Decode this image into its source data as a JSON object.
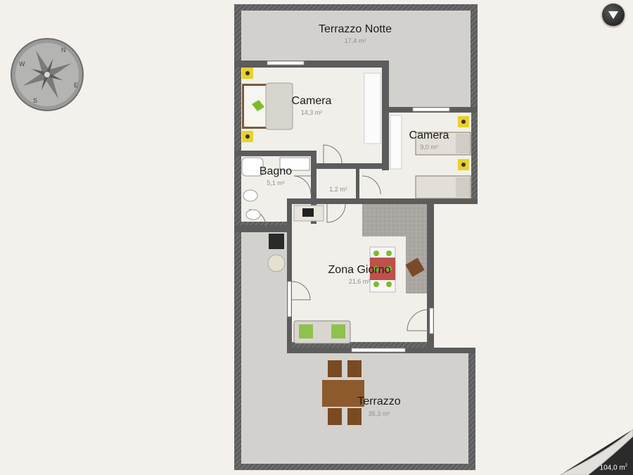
{
  "rooms": [
    {
      "name": "Terrazzo Notte",
      "area": "17,4 m²"
    },
    {
      "name": "Camera",
      "area": "14,3 m²"
    },
    {
      "name": "Camera",
      "area": "9,0 m²"
    },
    {
      "name": "Bagno",
      "area": "5,1 m²"
    },
    {
      "name": "",
      "area": "1,2 m²"
    },
    {
      "name": "Zona Giorno",
      "area": "21,6 m²"
    },
    {
      "name": "Terrazzo",
      "area": "35,3 m²"
    }
  ],
  "compass": {
    "labels": [
      "N",
      "E",
      "S",
      "W"
    ]
  },
  "footer": {
    "total_area": "104,0 m",
    "total_area_unit": "2"
  },
  "colors": {
    "background": "#f4f1ec",
    "wall": "#5c5c5c",
    "terrace_floor": "#d3d1ce",
    "room_floor": "#f1efea",
    "kitchen_counter": "#a9a5a1",
    "furniture_accent": "#e8d22a",
    "sofa_cushion": "#7cbc2a"
  },
  "icons": [
    "compass-icon",
    "menu-icon",
    "page-curl-icon"
  ]
}
